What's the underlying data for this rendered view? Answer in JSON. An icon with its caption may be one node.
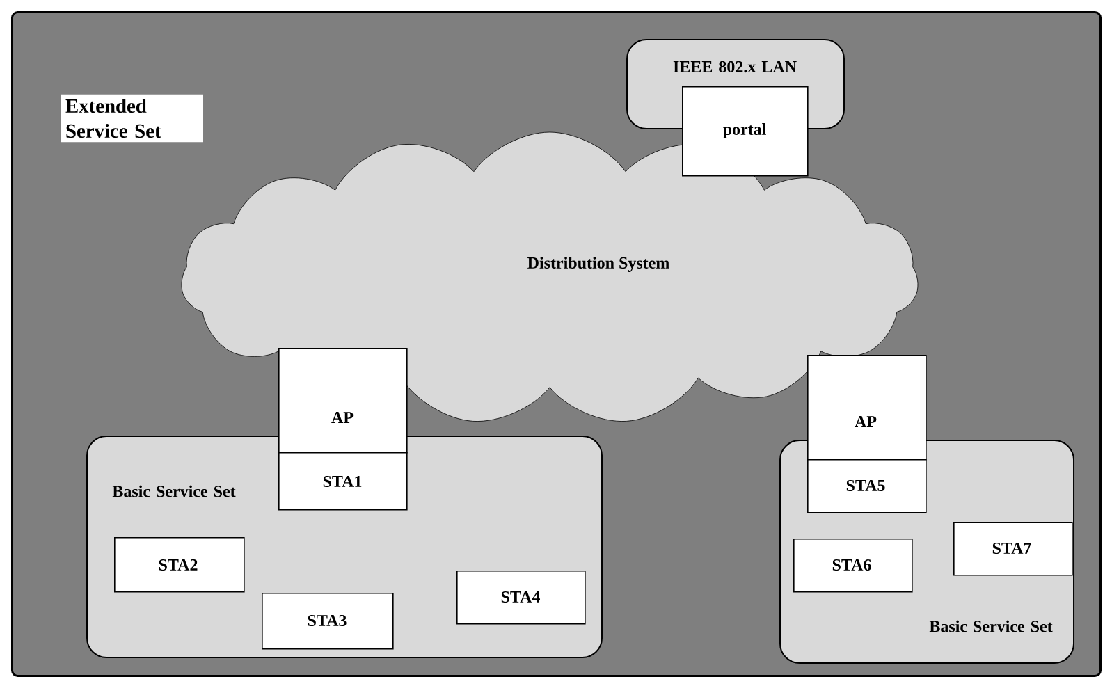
{
  "diagram": {
    "nodes": [
      {
        "text": [
          "Extended Service Set"
        ]
      },
      {
        "text": [
          "IEEE 802.x LAN"
        ],
        "in": 0
      },
      {
        "text": [
          "portal"
        ],
        "in": 0
      },
      {
        "text": [
          "Distribution System"
        ],
        "in": 0
      },
      {
        "text": [
          "Basic Service Set"
        ],
        "in": 0
      },
      {
        "text": [
          "AP"
        ],
        "in": 0
      },
      {
        "text": [
          "STA1"
        ],
        "in": 4
      },
      {
        "text": [
          "STA2"
        ],
        "in": 4
      },
      {
        "text": [
          "STA3"
        ],
        "in": 4
      },
      {
        "text": [
          "STA4"
        ],
        "in": 4
      },
      {
        "text": [
          "Basic Service Set"
        ],
        "in": 0
      },
      {
        "text": [
          "AP"
        ],
        "in": 0
      },
      {
        "text": [
          "STA5"
        ],
        "in": 10
      },
      {
        "text": [
          "STA6"
        ],
        "in": 10
      },
      {
        "text": [
          "STA7"
        ],
        "in": 10
      }
    ]
  }
}
